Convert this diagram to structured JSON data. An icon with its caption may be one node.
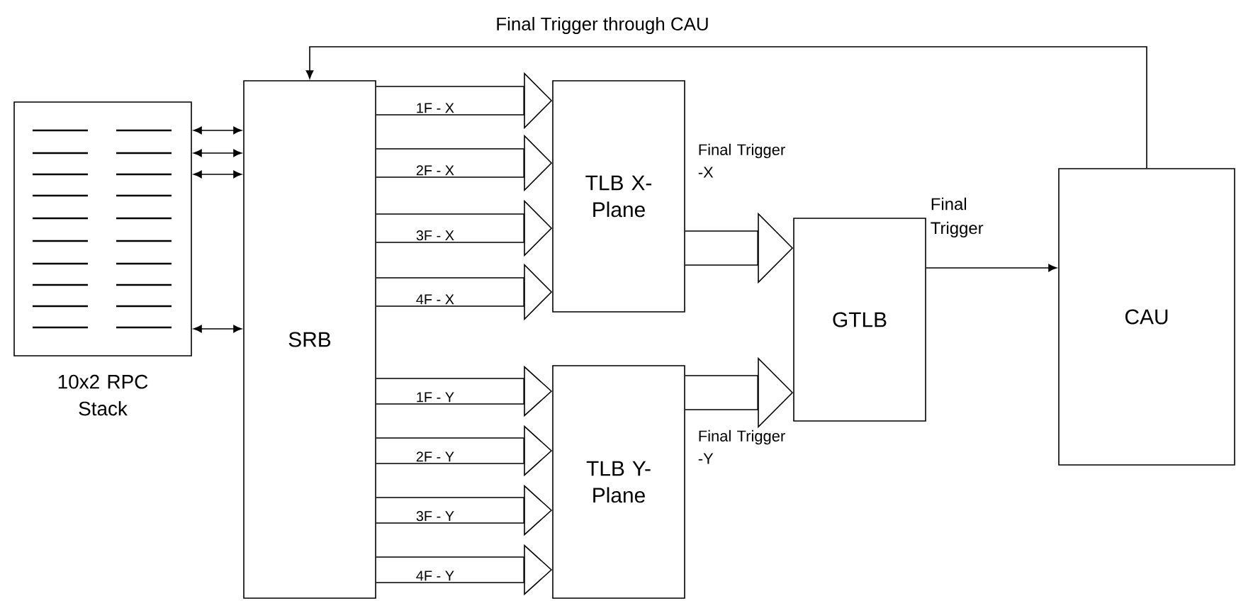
{
  "diagram": {
    "nodes": [
      {
        "text": [],
        "shape": "box",
        "beside": [
          "10x2 RPC Stack"
        ]
      },
      {
        "text": [
          "SRB"
        ]
      },
      {
        "text": [
          "TLB X- Plane"
        ]
      },
      {
        "text": [
          "TLB Y- Plane"
        ]
      },
      {
        "text": [
          "GTLB"
        ]
      },
      {
        "text": [
          "CAU"
        ]
      }
    ],
    "edges": [
      {
        "from": 0,
        "to": 1,
        "arrow": "both"
      },
      {
        "from": 0,
        "to": 1,
        "arrow": "both"
      },
      {
        "from": 0,
        "to": 1,
        "arrow": "both"
      },
      {
        "from": 0,
        "to": 1,
        "arrow": "both"
      },
      {
        "from": 1,
        "to": 2,
        "arrow": "to",
        "label": "1F - X"
      },
      {
        "from": 1,
        "to": 2,
        "arrow": "to",
        "label": "2F - X"
      },
      {
        "from": 1,
        "to": 2,
        "arrow": "to",
        "label": "3F - X"
      },
      {
        "from": 1,
        "to": 2,
        "arrow": "to",
        "label": "4F - X"
      },
      {
        "from": 1,
        "to": 3,
        "arrow": "to",
        "label": "1F - Y"
      },
      {
        "from": 1,
        "to": 3,
        "arrow": "to",
        "label": "2F - Y"
      },
      {
        "from": 1,
        "to": 3,
        "arrow": "to",
        "label": "3F - Y"
      },
      {
        "from": 1,
        "to": 3,
        "arrow": "to",
        "label": "4F - Y"
      },
      {
        "from": 2,
        "to": 4,
        "arrow": "to",
        "label": "Final Trigger -X"
      },
      {
        "from": 3,
        "to": 4,
        "arrow": "to",
        "label": "Final Trigger -Y"
      },
      {
        "from": 4,
        "to": 5,
        "arrow": "to",
        "label": "Final Trigger"
      },
      {
        "from": 5,
        "to": 1,
        "arrow": "to",
        "label": "Final Trigger through CAU"
      }
    ]
  }
}
